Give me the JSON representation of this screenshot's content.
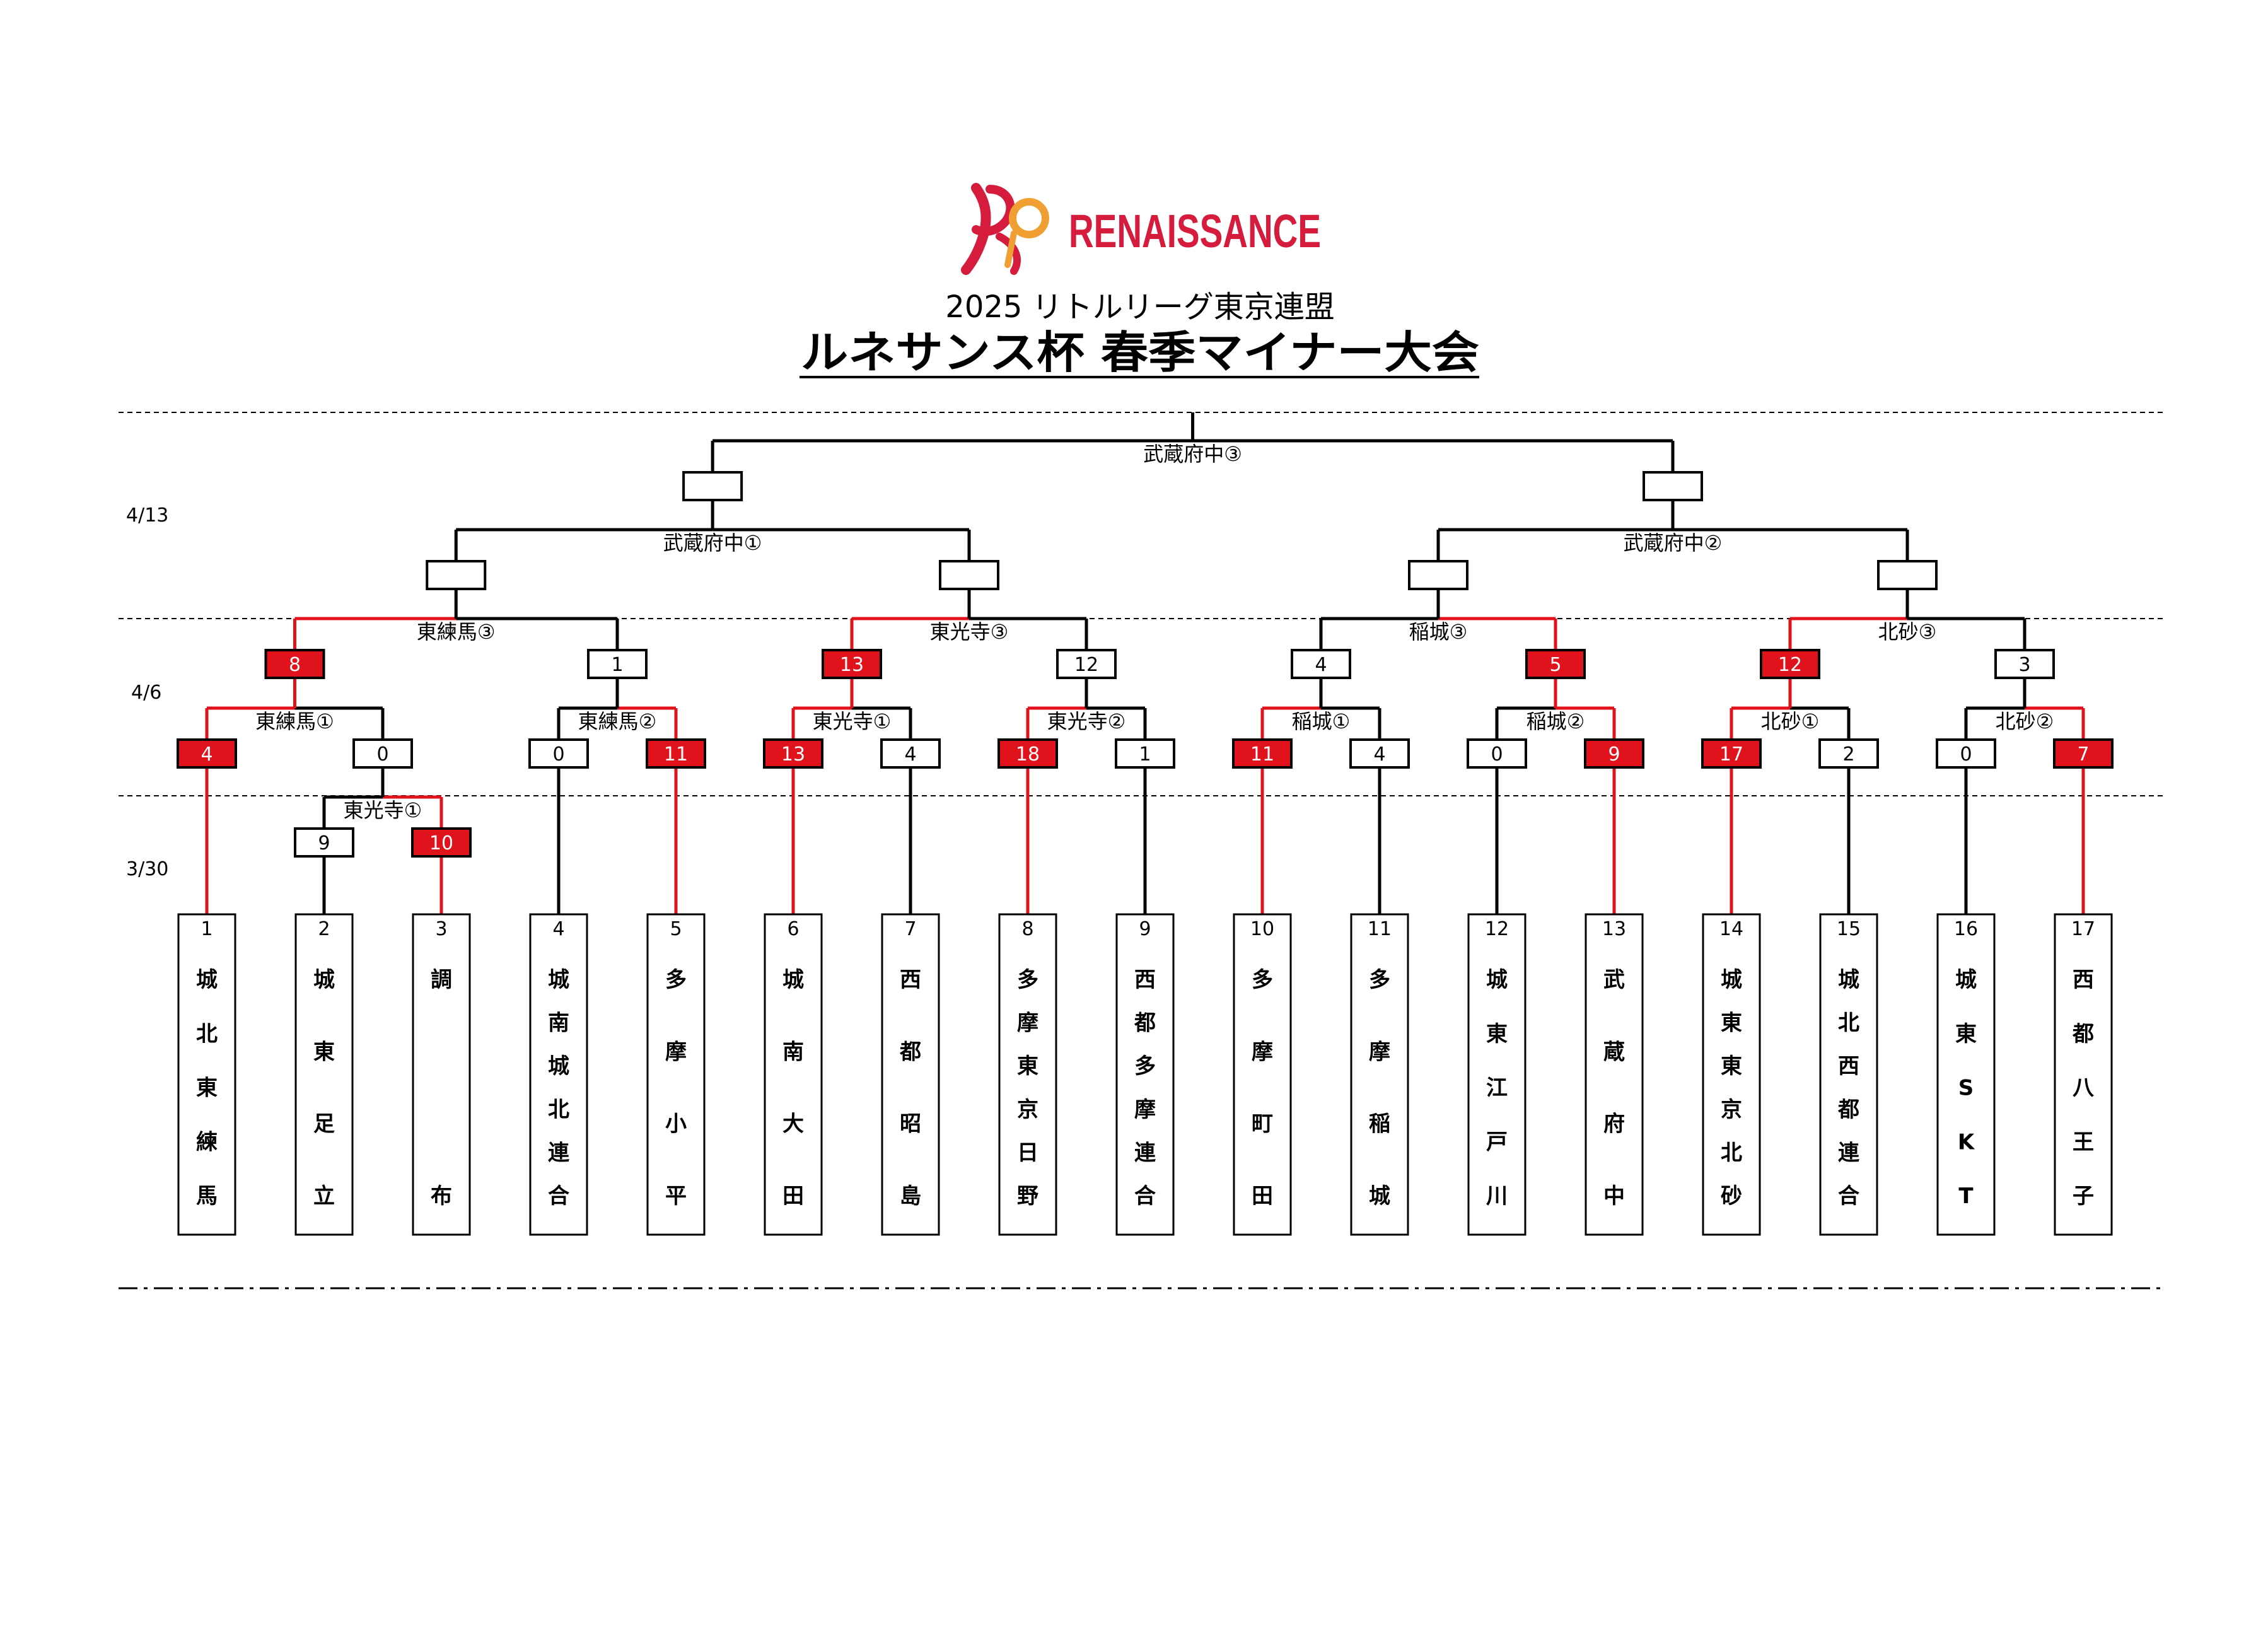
{
  "header": {
    "logo_text": "RENAISSANCE",
    "subtitle": "2025 リトルリーグ東京連盟",
    "title": "ルネサンス杯 春季マイナー大会"
  },
  "colors": {
    "win": "#e0121b",
    "line": "#000000",
    "logo": "#d51c3c",
    "logo_accent": "#f0a033"
  },
  "dates": [
    "4/13",
    "4/6",
    "3/30"
  ],
  "teams": [
    {
      "seed": "1",
      "name": [
        "城",
        "北",
        "東",
        "練",
        "馬"
      ]
    },
    {
      "seed": "2",
      "name": [
        "城",
        "東",
        "足",
        "立"
      ]
    },
    {
      "seed": "3",
      "name": [
        "調",
        "",
        "",
        "布"
      ]
    },
    {
      "seed": "4",
      "name": [
        "城",
        "南",
        "城",
        "北",
        "連",
        "合"
      ]
    },
    {
      "seed": "5",
      "name": [
        "多",
        "摩",
        "小",
        "平"
      ]
    },
    {
      "seed": "6",
      "name": [
        "城",
        "南",
        "大",
        "田"
      ]
    },
    {
      "seed": "7",
      "name": [
        "西",
        "都",
        "昭",
        "島"
      ]
    },
    {
      "seed": "8",
      "name": [
        "多",
        "摩",
        "東",
        "京",
        "日",
        "野"
      ]
    },
    {
      "seed": "9",
      "name": [
        "西",
        "都",
        "多",
        "摩",
        "連",
        "合"
      ]
    },
    {
      "seed": "10",
      "name": [
        "多",
        "摩",
        "町",
        "田"
      ]
    },
    {
      "seed": "11",
      "name": [
        "多",
        "摩",
        "稲",
        "城"
      ]
    },
    {
      "seed": "12",
      "name": [
        "城",
        "東",
        "江",
        "戸",
        "川"
      ]
    },
    {
      "seed": "13",
      "name": [
        "武",
        "蔵",
        "府",
        "中"
      ]
    },
    {
      "seed": "14",
      "name": [
        "城",
        "東",
        "東",
        "京",
        "北",
        "砂"
      ]
    },
    {
      "seed": "15",
      "name": [
        "城",
        "北",
        "西",
        "都",
        "連",
        "合"
      ]
    },
    {
      "seed": "16",
      "name": [
        "城",
        "東",
        "S",
        "K",
        "T"
      ]
    },
    {
      "seed": "17",
      "name": [
        "西",
        "都",
        "八",
        "王",
        "子"
      ]
    }
  ],
  "games": [
    {
      "id": "g1",
      "label": "東光寺①",
      "parent": [
        2,
        3
      ],
      "scores": [
        "9",
        "10"
      ],
      "winner": 1
    },
    {
      "id": "g2",
      "label": "東練馬①",
      "parent": [
        1,
        "g1"
      ],
      "scores": [
        "4",
        "0"
      ],
      "winner": 0
    },
    {
      "id": "g3",
      "label": "東練馬②",
      "parent": [
        4,
        5
      ],
      "scores": [
        "0",
        "11"
      ],
      "winner": 1
    },
    {
      "id": "g4",
      "label": "東光寺①",
      "parent": [
        6,
        7
      ],
      "scores": [
        "13",
        "4"
      ],
      "winner": 0
    },
    {
      "id": "g5",
      "label": "東光寺②",
      "parent": [
        8,
        9
      ],
      "scores": [
        "18",
        "1"
      ],
      "winner": 0
    },
    {
      "id": "g6",
      "label": "稲城①",
      "parent": [
        10,
        11
      ],
      "scores": [
        "11",
        "4"
      ],
      "winner": 0
    },
    {
      "id": "g7",
      "label": "稲城②",
      "parent": [
        12,
        13
      ],
      "scores": [
        "0",
        "9"
      ],
      "winner": 1
    },
    {
      "id": "g8",
      "label": "北砂①",
      "parent": [
        14,
        15
      ],
      "scores": [
        "17",
        "2"
      ],
      "winner": 0
    },
    {
      "id": "g9",
      "label": "北砂②",
      "parent": [
        16,
        17
      ],
      "scores": [
        "0",
        "7"
      ],
      "winner": 1
    },
    {
      "id": "g10",
      "label": "東練馬③",
      "parent": [
        "g2",
        "g3"
      ],
      "scores": [
        "8",
        "1"
      ],
      "winner": 0
    },
    {
      "id": "g11",
      "label": "東光寺③",
      "parent": [
        "g4",
        "g5"
      ],
      "scores": [
        "13",
        "12"
      ],
      "winner": 0
    },
    {
      "id": "g12",
      "label": "稲城③",
      "parent": [
        "g6",
        "g7"
      ],
      "scores": [
        "4",
        "5"
      ],
      "winner": 1
    },
    {
      "id": "g13",
      "label": "北砂③",
      "parent": [
        "g8",
        "g9"
      ],
      "scores": [
        "12",
        "3"
      ],
      "winner": 0
    },
    {
      "id": "g14",
      "label": "武蔵府中①",
      "parent": [
        "g10",
        "g11"
      ],
      "scores": [
        "",
        ""
      ],
      "winner": null
    },
    {
      "id": "g15",
      "label": "武蔵府中②",
      "parent": [
        "g12",
        "g13"
      ],
      "scores": [
        "",
        ""
      ],
      "winner": null
    },
    {
      "id": "g16",
      "label": "武蔵府中③",
      "parent": [
        "g14",
        "g15"
      ],
      "scores": [
        "",
        ""
      ],
      "winner": null
    }
  ]
}
